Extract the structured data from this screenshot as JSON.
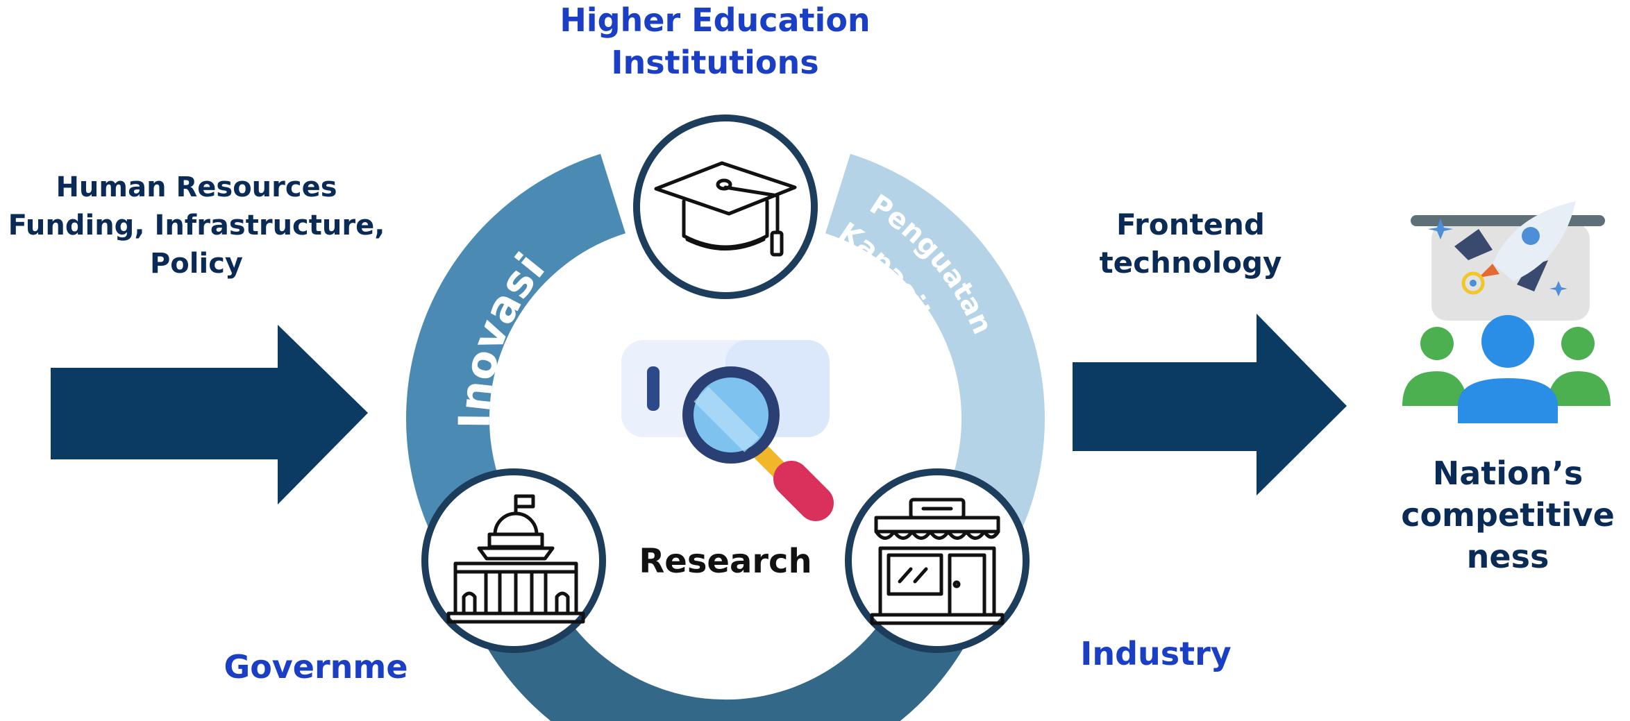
{
  "labels": {
    "inputs": [
      "Human Resources",
      "Funding, Infrastructure,",
      "Policy"
    ],
    "higher_education": [
      "Higher Education",
      "Institutions"
    ],
    "government": "Governme",
    "industry": "Industry",
    "frontend": [
      "Frontend",
      "technology"
    ],
    "nation": [
      "Nation’s",
      "competitive",
      "ness"
    ],
    "research": "Research",
    "ring_left": "Inovasi",
    "ring_right_top": "Penguatan",
    "ring_right_bottom": "Kapasitas"
  },
  "icons": {
    "top_node": "graduation-cap-icon",
    "left_node": "government-building-icon",
    "right_node": "shop-icon",
    "center": "magnifier-icon",
    "output": "team-rocket-icon"
  },
  "colors": {
    "arrow": "#0b3a63",
    "ring_left": "#4a8ab3",
    "ring_right": "#b5d3e6",
    "ring_bottom": "#336889",
    "node_border": "#1c3d5c",
    "label_blue": "#1a3fc4",
    "label_dark": "#0b2b57"
  }
}
